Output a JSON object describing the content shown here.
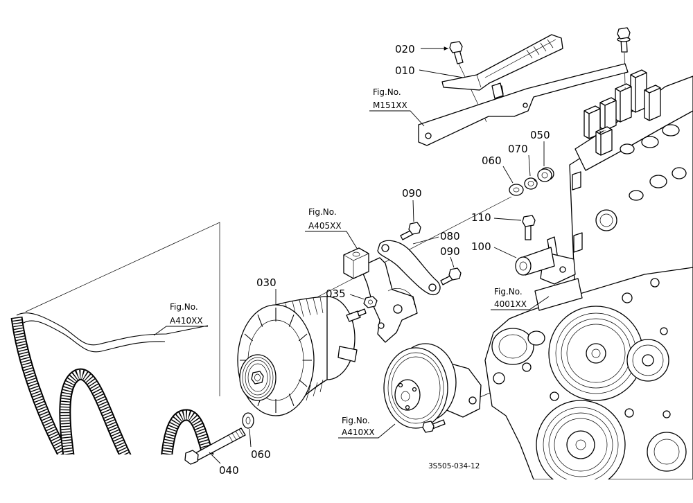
{
  "colors": {
    "line": "#000000",
    "background": "#ffffff"
  },
  "drawing_code": "3S505-034-12",
  "callouts": [
    {
      "label": "020"
    },
    {
      "label": "010"
    },
    {
      "label": "050"
    },
    {
      "label": "070"
    },
    {
      "label": "060"
    },
    {
      "label": "090"
    },
    {
      "label": "110"
    },
    {
      "label": "080"
    },
    {
      "label": "090"
    },
    {
      "label": "100"
    },
    {
      "label": "030"
    },
    {
      "label": "035"
    },
    {
      "label": "060"
    },
    {
      "label": "040"
    }
  ],
  "fig_refs": [
    {
      "prefix": "Fig.No.",
      "code": "M151XX"
    },
    {
      "prefix": "Fig.No.",
      "code": "A405XX"
    },
    {
      "prefix": "Fig.No.",
      "code": "4001XX"
    },
    {
      "prefix": "Fig.No.",
      "code": "A410XX"
    },
    {
      "prefix": "Fig.No.",
      "code": "A410XX"
    }
  ]
}
